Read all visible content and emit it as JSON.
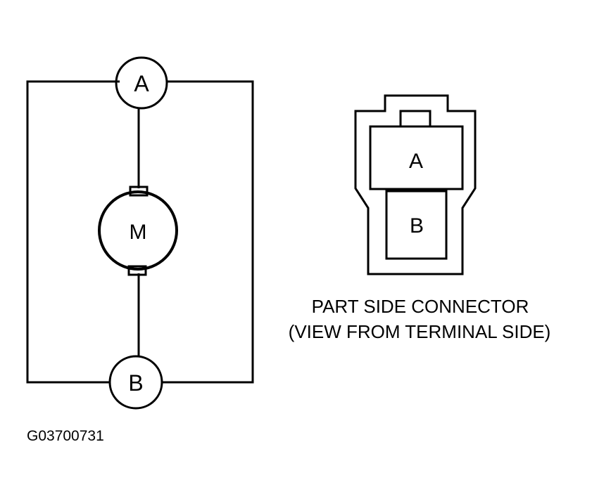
{
  "circuit": {
    "terminal_a_label": "A",
    "motor_label": "M",
    "terminal_b_label": "B"
  },
  "connector": {
    "pin_a_label": "A",
    "pin_b_label": "B",
    "caption_line1": "PART SIDE CONNECTOR",
    "caption_line2": "(VIEW FROM TERMINAL SIDE)"
  },
  "figure_id": "G03700731",
  "colors": {
    "ink": "#000000",
    "background": "#ffffff"
  }
}
